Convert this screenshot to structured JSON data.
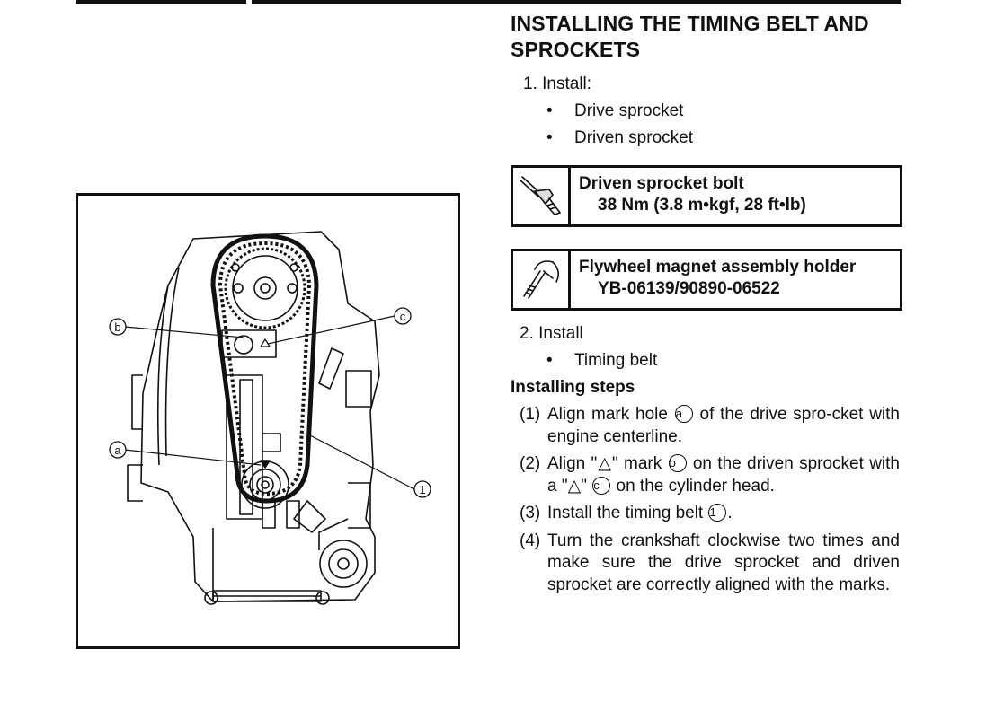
{
  "title": "INSTALLING THE TIMING BELT AND SPROCKETS",
  "step1": {
    "label": "1. Install:",
    "items": [
      "Drive sprocket",
      "Driven sprocket"
    ]
  },
  "spec_torque": {
    "icon": "torque-wrench-icon",
    "name": "Driven sprocket bolt",
    "value": "38 Nm (3.8 m•kgf, 28 ft•lb)"
  },
  "spec_tool": {
    "icon": "holder-tool-icon",
    "name": "Flywheel magnet assembly holder",
    "value": "YB-06139/90890-06522"
  },
  "step2": {
    "label": "2. Install",
    "items": [
      "Timing belt"
    ]
  },
  "installing_steps": {
    "heading": "Installing steps",
    "steps": [
      {
        "num": "(1)",
        "parts": [
          "Align mark hole ",
          "a",
          " of the drive spro-cket with engine centerline."
        ]
      },
      {
        "num": "(2)",
        "parts": [
          "Align \"△\" mark ",
          "b",
          " on the driven sprocket with a \"△\" ",
          "c",
          " on the cylinder head."
        ]
      },
      {
        "num": "(3)",
        "parts": [
          "Install the timing belt ",
          "1",
          "."
        ]
      },
      {
        "num": "(4)",
        "parts": [
          "Turn the crankshaft clockwise two times and make sure the drive sprocket and driven sprocket are correctly aligned with the marks."
        ]
      }
    ]
  },
  "figure": {
    "callouts": [
      "b",
      "c",
      "a",
      "1"
    ]
  }
}
